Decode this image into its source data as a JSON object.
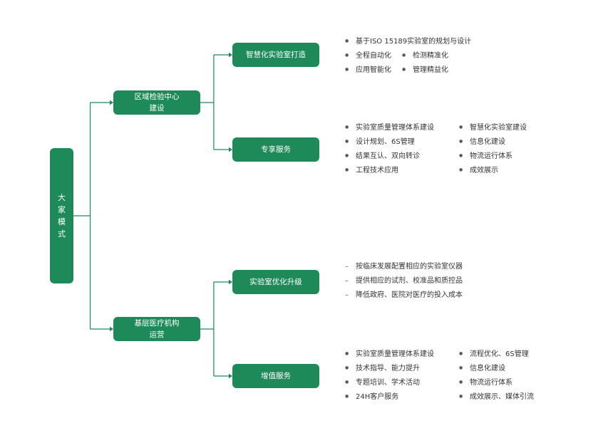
{
  "theme": {
    "node_color": "#1e8a5a",
    "line_color": "#1e8a5a",
    "text_color": "#333333"
  },
  "root": {
    "label": "大\n家\n模\n式"
  },
  "branches": [
    {
      "label": "区域检验中心\n建设",
      "children": [
        {
          "label": "智慧化实验室打造",
          "marker": "bullet",
          "columns": [
            [
              "基于ISO 15189实验室的规划与设计",
              "全程自动化",
              "应用智能化"
            ],
            [
              "",
              "检测精准化",
              "管理精益化"
            ]
          ]
        },
        {
          "label": "专享服务",
          "marker": "bullet",
          "columns": [
            [
              "实验室质量管理体系建设",
              "设计规划、6S管理",
              "结果互认、双向转诊",
              "工程技术应用"
            ],
            [
              "智慧化实验室建设",
              "信息化建设",
              "物流运行体系",
              "成效展示"
            ]
          ]
        }
      ]
    },
    {
      "label": "基层医疗机构\n运营",
      "children": [
        {
          "label": "实验室优化升级",
          "marker": "dash",
          "columns": [
            [
              "按临床发展配置相应的实验室仪器",
              "提供相应的试剂、校准品和质控品",
              "降低政府、医院对医疗的投入成本"
            ]
          ]
        },
        {
          "label": "增值服务",
          "marker": "bullet",
          "columns": [
            [
              "实验室质量管理体系建设",
              "技术指导、能力提升",
              "专题培训、学术活动",
              "24H客户服务"
            ],
            [
              "流程优化、6S管理",
              "信息化建设",
              "物流运行体系",
              "成效展示、媒体引流"
            ]
          ]
        }
      ]
    }
  ]
}
